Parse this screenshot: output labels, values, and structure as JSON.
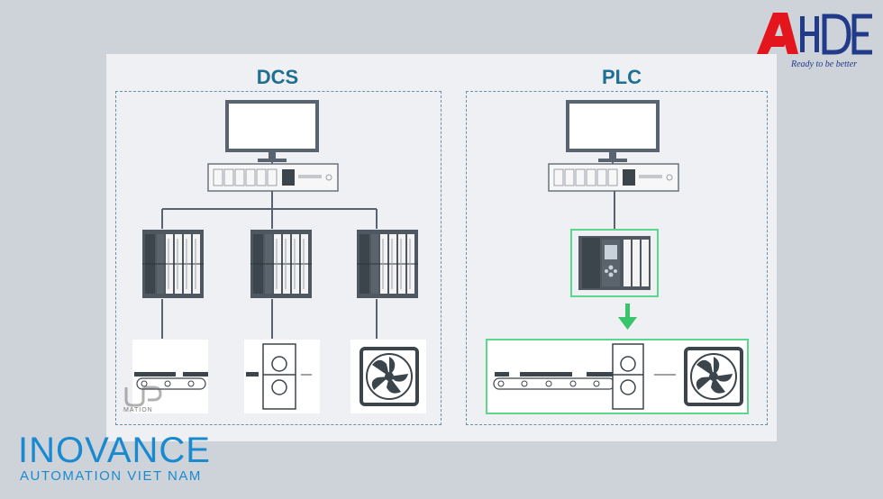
{
  "sections": {
    "dcs_title": "DCS",
    "plc_title": "PLC"
  },
  "brand": {
    "inovance_name": "INOVANCE",
    "inovance_subtitle": "AUTOMATION VIET NAM",
    "ahde_tagline": "Ready to be better",
    "watermark_text": "MATION",
    "colors": {
      "inovance_blue": "#1a8ad0",
      "ahde_red": "#e3161e",
      "ahde_navy": "#223a8a",
      "title_blue": "#1f6f93",
      "highlight_green": "#5cd68a"
    }
  },
  "icons": {
    "monitor": "monitor-icon",
    "controller": "controller-rack-icon",
    "io_rack": "io-rack-icon",
    "plc": "plc-module-icon",
    "conveyor": "conveyor-icon",
    "roller": "roller-icon",
    "fan": "fan-icon",
    "arrow": "arrow-down-icon"
  }
}
